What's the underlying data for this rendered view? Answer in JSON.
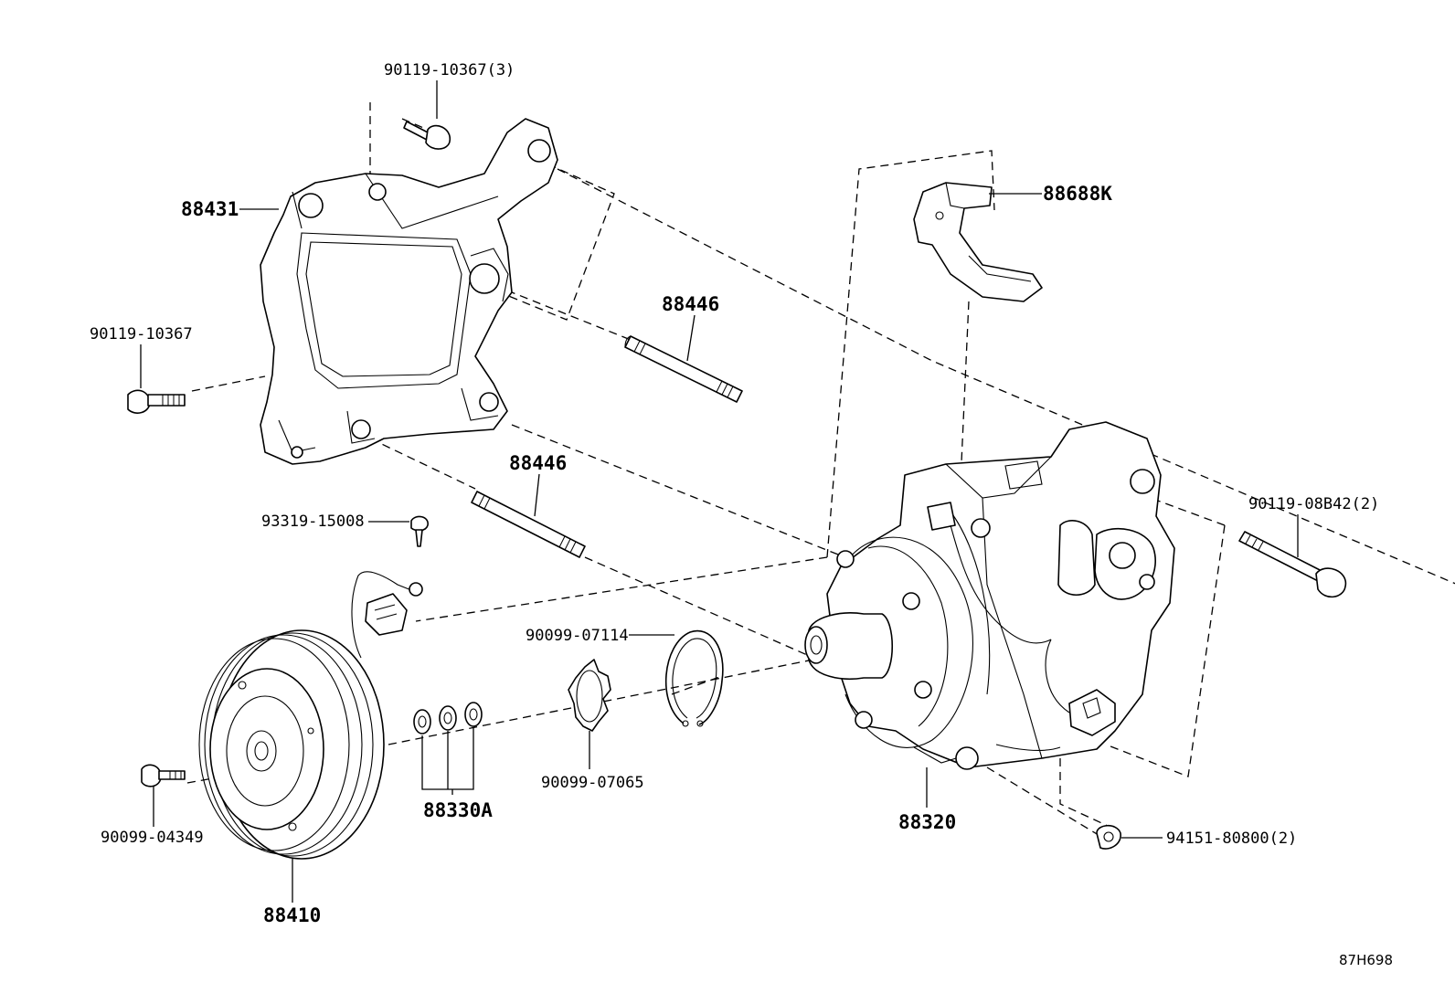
{
  "diagram": {
    "id_code": "87H698",
    "callouts": {
      "bolt_top_3": "90119-10367(3)",
      "bracket": "88431",
      "bolt_left": "90119-10367",
      "stud_upper": "88446",
      "stud_lower": "88446",
      "screw": "93319-15008",
      "bracket_small": "88688K",
      "bolt_right_2": "90119-08B42(2)",
      "snap_ring": "90099-07114",
      "shim_washer": "90099-07065",
      "shims": "88330A",
      "pulley_bolt": "90099-04349",
      "clutch_pulley": "88410",
      "compressor": "88320",
      "nut_2": "94151-80800(2)"
    }
  }
}
